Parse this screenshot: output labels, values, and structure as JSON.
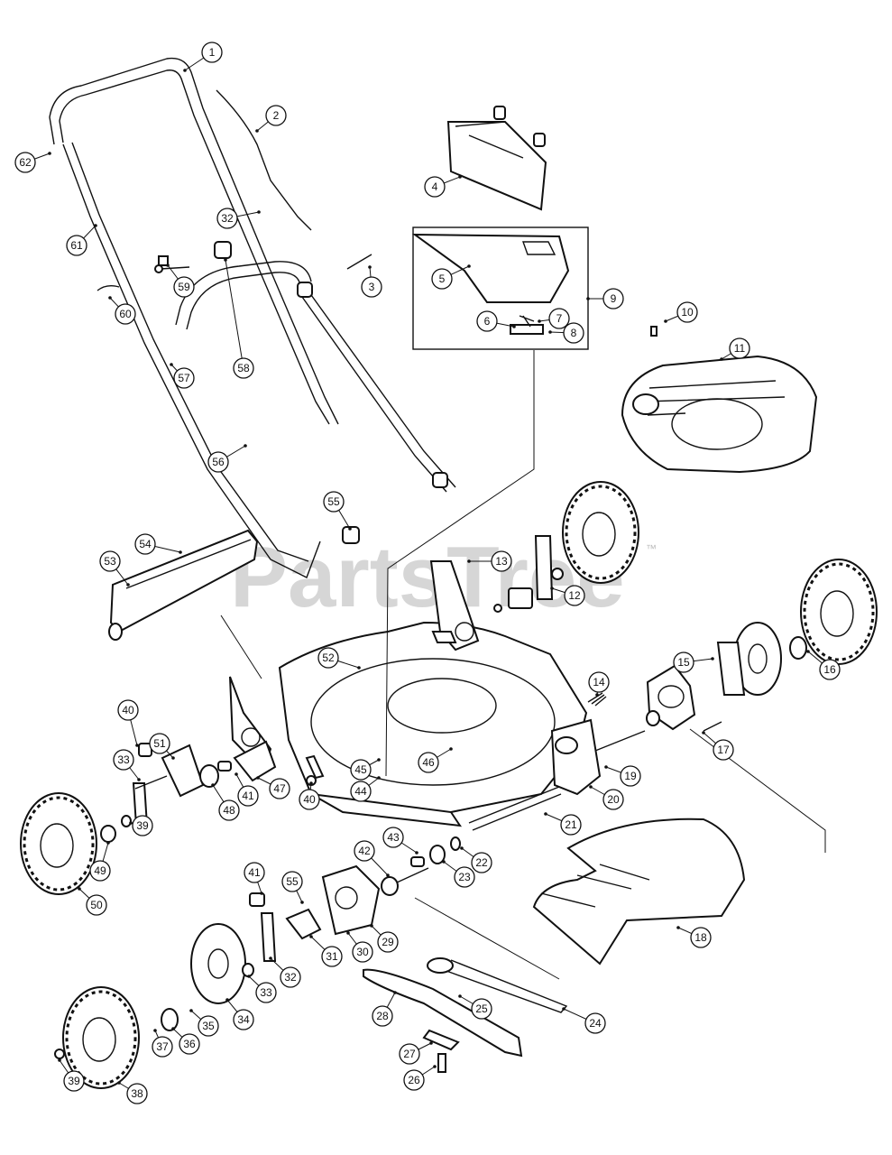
{
  "watermark": {
    "text": "PartsTree",
    "tm": "™"
  },
  "callouts": [
    "1",
    "2",
    "3",
    "4",
    "5",
    "6",
    "7",
    "8",
    "9",
    "10",
    "11",
    "12",
    "13",
    "14",
    "15",
    "16",
    "17",
    "18",
    "19",
    "20",
    "21",
    "22",
    "23",
    "24",
    "25",
    "26",
    "27",
    "28",
    "29",
    "30",
    "31",
    "32",
    "33",
    "34",
    "35",
    "36",
    "37",
    "38",
    "39",
    "40",
    "41",
    "42",
    "43",
    "44",
    "45",
    "46",
    "47",
    "48",
    "49",
    "50",
    "51",
    "52",
    "53",
    "54",
    "55",
    "56",
    "57",
    "58",
    "59",
    "60",
    "61",
    "62",
    "32",
    "33",
    "39",
    "40",
    "41",
    "55"
  ]
}
